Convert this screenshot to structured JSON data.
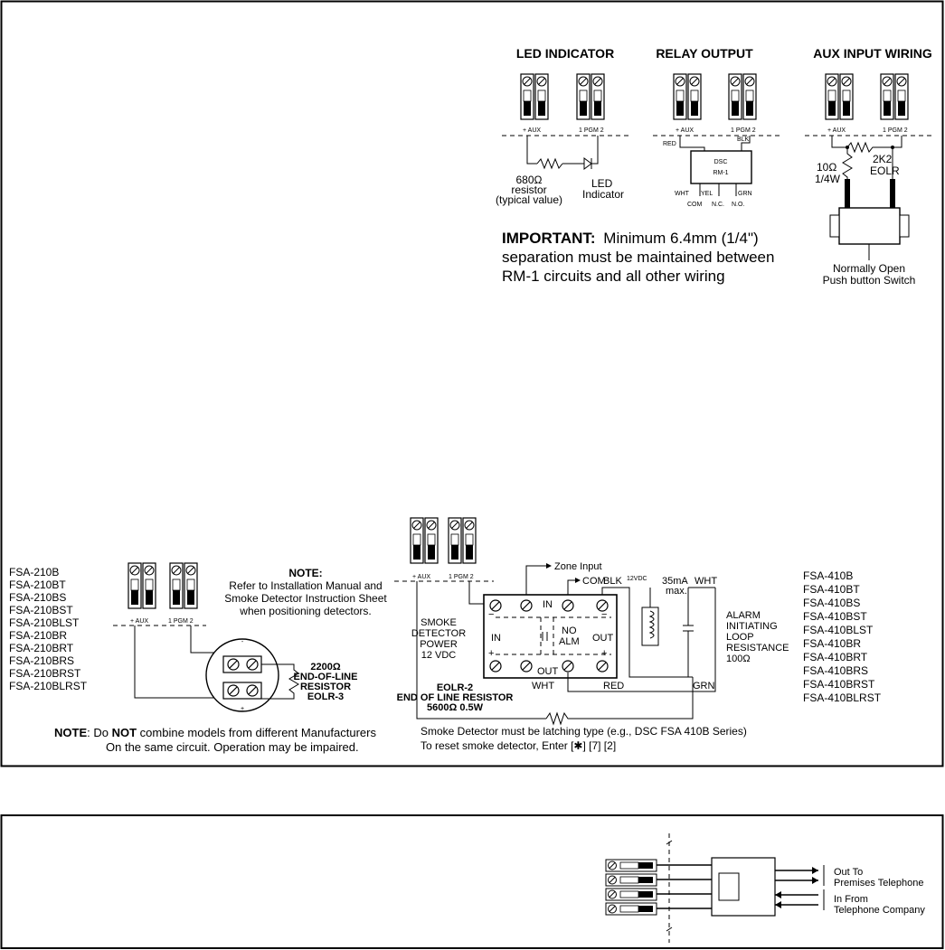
{
  "top_panel": {
    "led": {
      "title": "LED INDICATOR",
      "aux": "+ AUX",
      "pgm": "1 PGM 2",
      "resistor_value": "680Ω",
      "resistor_label": "resistor",
      "resistor_note": "(typical value)",
      "led_label_1": "LED",
      "led_label_2": "Indicator"
    },
    "relay": {
      "title": "RELAY OUTPUT",
      "aux": "+ AUX",
      "pgm": "1 PGM 2",
      "red": "RED",
      "blk": "BLK",
      "module_1": "DSC",
      "module_2": "RM-1",
      "wht": "WHT",
      "yel": "YEL",
      "grn": "GRN",
      "com": "COM",
      "nc": "N.C.",
      "no": "N.O."
    },
    "aux_input": {
      "title": "AUX INPUT WIRING",
      "aux": "+ AUX",
      "pgm": "1 PGM 2",
      "r1_value": "10Ω",
      "r1_rating": "1/4W",
      "r2_value": "2K2",
      "r2_label": "EOLR",
      "switch_1": "Normally Open",
      "switch_2": "Push button Switch"
    },
    "important": {
      "label": "IMPORTANT:",
      "line1": "Minimum 6.4mm (1/4\")",
      "line2": "separation must be maintained between",
      "line3": "RM-1 circuits and all other wiring"
    }
  },
  "smoke_panel": {
    "models_210": [
      "FSA-210B",
      "FSA-210BT",
      "FSA-210BS",
      "FSA-210BST",
      "FSA-210BLST",
      "FSA-210BR",
      "FSA-210BRT",
      "FSA-210BRS",
      "FSA-210BRST",
      "FSA-210BLRST"
    ],
    "models_410": [
      "FSA-410B",
      "FSA-410BT",
      "FSA-410BS",
      "FSA-410BST",
      "FSA-410BLST",
      "FSA-410BR",
      "FSA-410BRT",
      "FSA-410BRS",
      "FSA-410BRST",
      "FSA-410BLRST"
    ],
    "note_title": "NOTE:",
    "note_lines": [
      "Refer to Installation Manual and",
      "Smoke Detector Instruction Sheet",
      "when positioning detectors."
    ],
    "aux": "+ AUX",
    "pgm": "1 PGM 2",
    "eolr3": [
      "2200Ω",
      "END-OF-LINE",
      "RESISTOR",
      "EOLR-3"
    ],
    "zone_input": "Zone Input",
    "com": "COM",
    "blk": "BLK",
    "vdc": "12VDC",
    "max_1": "35mA",
    "max_2": "max.",
    "wht": "WHT",
    "in": "IN",
    "out": "OUT",
    "no": "NO",
    "alm": "ALM",
    "power": [
      "SMOKE",
      "DETECTOR",
      "POWER",
      "12 VDC"
    ],
    "loop": [
      "ALARM",
      "INITIATING",
      "LOOP",
      "RESISTANCE",
      "100Ω"
    ],
    "eolr2": [
      "EOLR-2",
      "END OF LINE RESISTOR",
      "5600Ω  0.5W"
    ],
    "red": "RED",
    "grn": "GRN",
    "bottom_note_prefix": "NOTE",
    "bottom_note_line1_a": ": Do ",
    "bottom_note_not": "NOT",
    "bottom_note_line1_b": " combine models from different Manufacturers",
    "bottom_note_line2": "On the same circuit. Operation may be impaired.",
    "latching_line1": "Smoke Detector must be latching type (e.g., DSC FSA 410B Series)",
    "latching_line2": "To reset smoke detector, Enter [✱] [7] [2]"
  },
  "phone_panel": {
    "out_1": "Out To",
    "out_2": "Premises Telephone",
    "in_1": "In From",
    "in_2": "Telephone Company"
  }
}
